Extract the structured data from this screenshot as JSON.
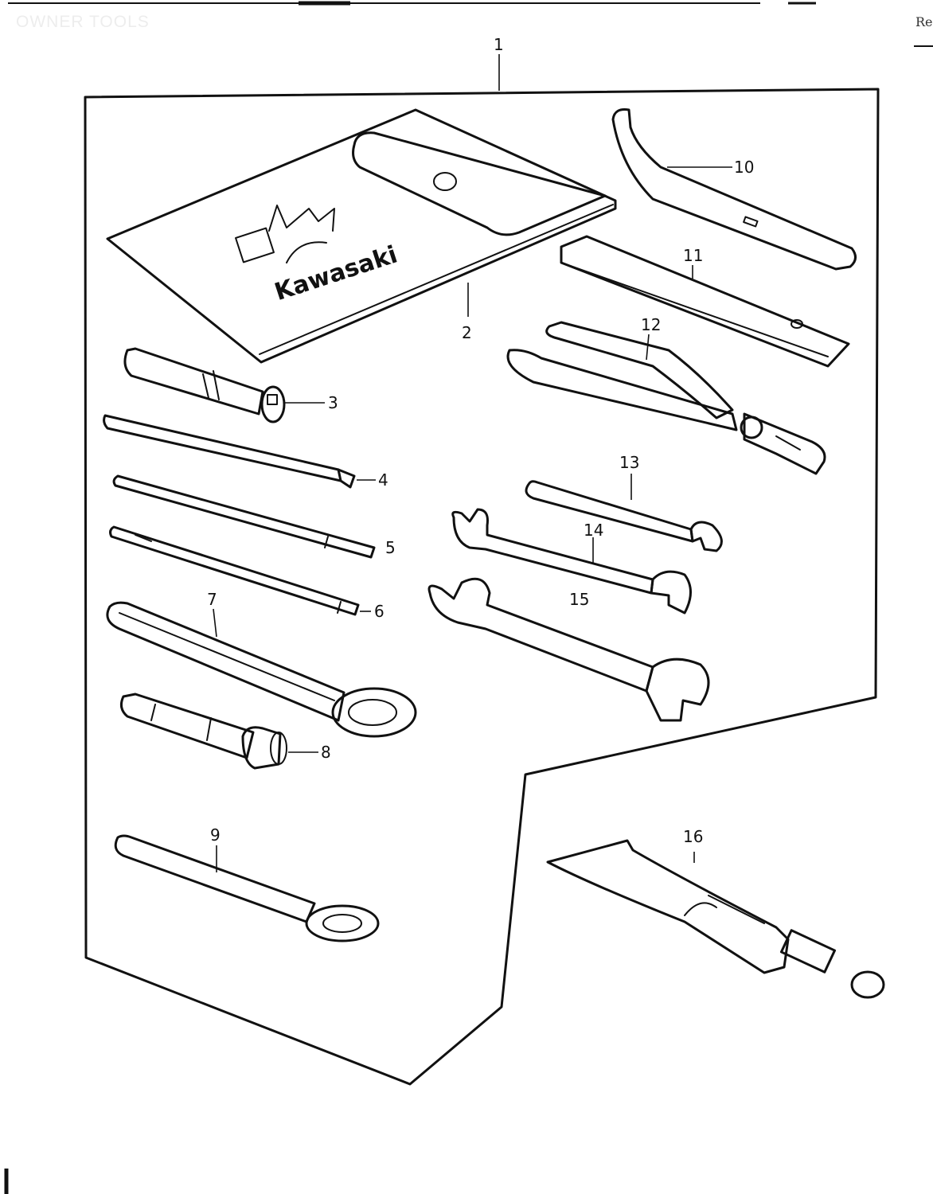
{
  "header": {
    "title": "OWNER TOOLS",
    "corner_text": "Re"
  },
  "callouts": {
    "c1": "1",
    "c2": "2",
    "c3": "3",
    "c4": "4",
    "c5": "5",
    "c6": "6",
    "c7": "7",
    "c8": "8",
    "c9": "9",
    "c10": "10",
    "c11": "11",
    "c12": "12",
    "c13": "13",
    "c14": "14",
    "c15": "15",
    "c16": "16"
  },
  "logo": {
    "brand": "Kawasaki"
  },
  "colors": {
    "ink": "#111111",
    "background": "#ffffff",
    "faint_title": "#ededed"
  }
}
